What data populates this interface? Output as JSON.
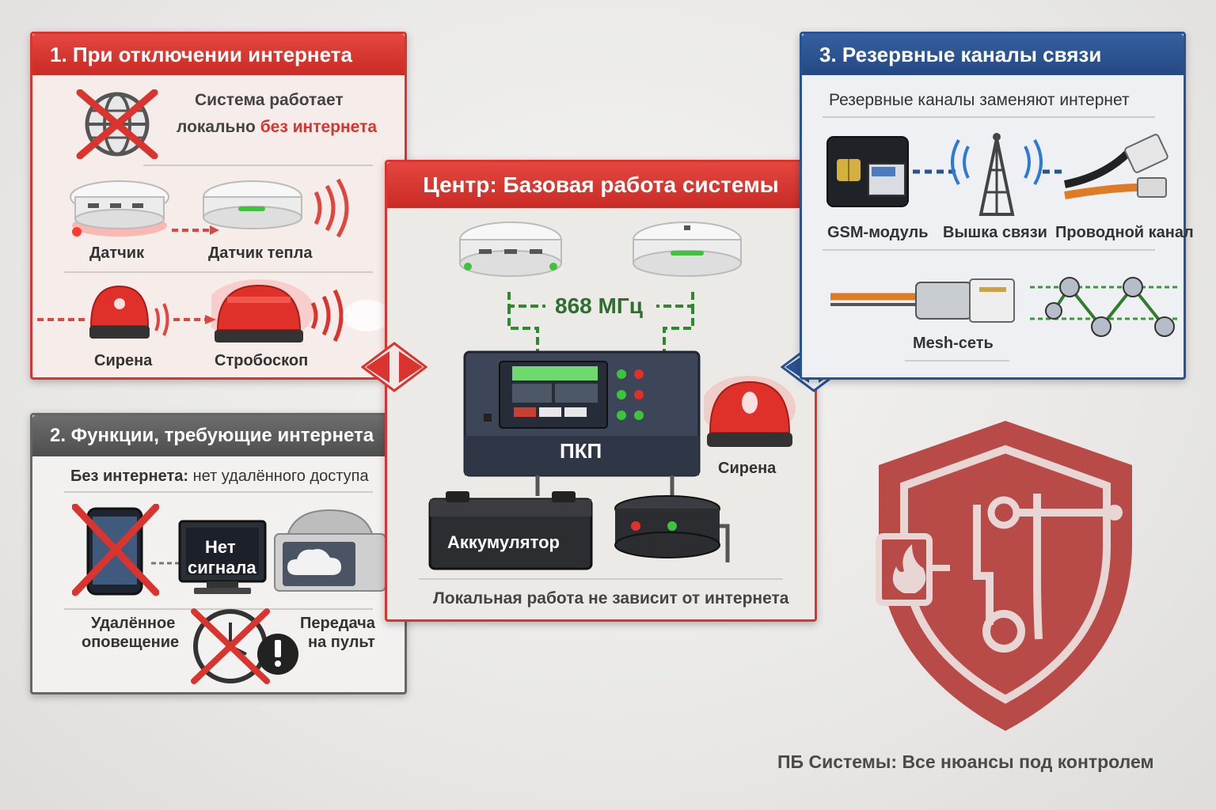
{
  "panel1": {
    "title": "1. При отключении интернета",
    "text_line1": "Система работает",
    "text_line2_a": "локально ",
    "text_line2_b": "без интернета",
    "label_detector": "Датчик",
    "label_heat": "Датчик тепла",
    "label_siren": "Сирена",
    "label_strobe": "Стробоскоп"
  },
  "panel2": {
    "title": "2. Функции, требующие интернета",
    "text_bold": "Без интернета:",
    "text_rest": " нет удалённого доступа",
    "screen_line1": "Нет",
    "screen_line2": "сигнала",
    "label_remote_line1": "Удалённое",
    "label_remote_line2": "оповещение",
    "label_transfer_line1": "Передача",
    "label_transfer_line2": "на пульт"
  },
  "center": {
    "title": "Центр:  Базовая работа системы",
    "frequency": "868 МГц",
    "panel_label": "ПКП",
    "siren_label": "Сирена",
    "battery_label": "Аккумулятор",
    "footer": "Локальная работа не зависит от интернета"
  },
  "panel3": {
    "title": "3. Резервные каналы связи",
    "subtitle": "Резервные каналы заменяют интернет",
    "label_gsm": "GSM-модуль",
    "label_tower": "Вышка связи",
    "label_wired": "Проводной канал",
    "label_mesh": "Mesh-сеть"
  },
  "brand": {
    "tagline": "ПБ Системы: Все нюансы под контролем"
  },
  "colors": {
    "red": "#d9342e",
    "blue": "#2b5290",
    "gray": "#555555",
    "shield": "#b84a48",
    "green_led": "#3cc43c"
  }
}
